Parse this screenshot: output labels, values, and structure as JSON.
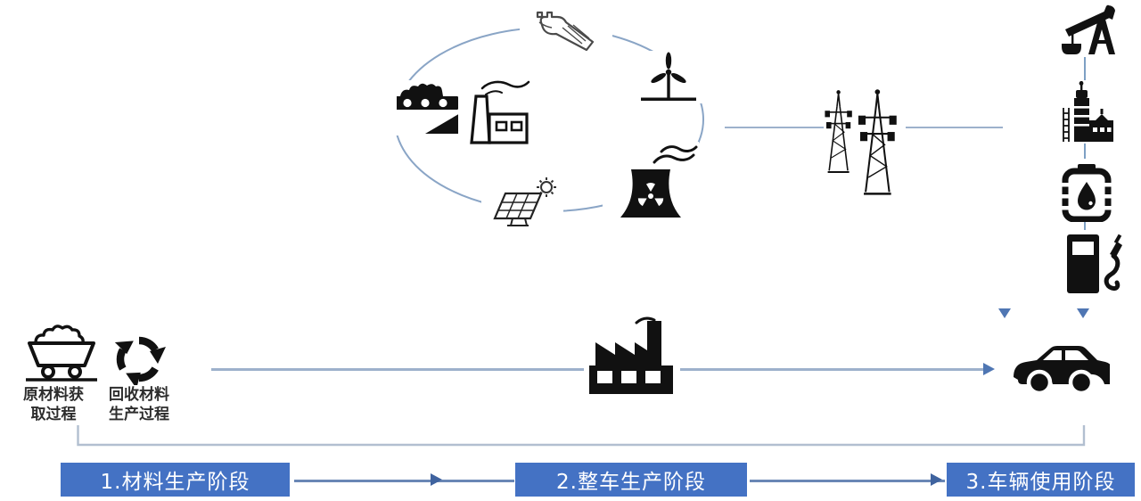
{
  "diagram_title": "vehicle-lifecycle-stages-flow",
  "colors": {
    "stage_box_bg": "#4472c4",
    "stage_box_text": "#ffffff",
    "light_connector": "#9db1cc",
    "dark_connector": "#6a87b5",
    "arrowhead_dark": "#3f639f",
    "arrowhead_blue": "#4f76b3",
    "bracket_line": "#b2bfd0",
    "cycle_arc": "#8aa5c6",
    "icon_black": "#111111"
  },
  "energy_cycle": {
    "icons": [
      "hydro-dam",
      "wind-turbine",
      "nuclear-plant",
      "solar-panel",
      "coal-mining-machine",
      "coal-power-plant"
    ]
  },
  "grid": {
    "icons": [
      "transmission-towers"
    ]
  },
  "fuel_chain": {
    "icons": [
      "oil-pumpjack",
      "oil-refinery",
      "oil-barrel",
      "fuel-pump"
    ]
  },
  "material_stage": {
    "raw_material_label": {
      "line1": "原材料获",
      "line2": "取过程"
    },
    "recycled_material_label": {
      "line1": "回收材料",
      "line2": "生产过程"
    },
    "icons": [
      "mine-cart",
      "recycling-symbol"
    ]
  },
  "production_stage": {
    "icons": [
      "factory"
    ]
  },
  "use_stage": {
    "icons": [
      "car"
    ]
  },
  "stages": [
    {
      "label": "1.材料生产阶段"
    },
    {
      "label": "2.整车生产阶段"
    },
    {
      "label": "3.车辆使用阶段"
    }
  ]
}
